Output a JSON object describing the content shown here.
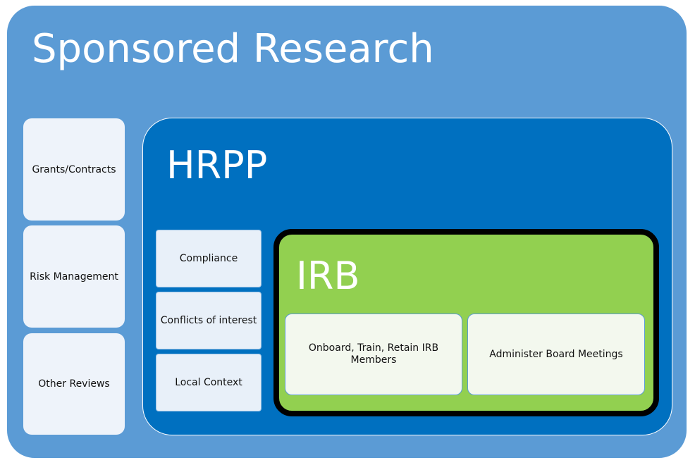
{
  "sponsored_research": {
    "title": "Sponsored Research",
    "side_items": [
      {
        "label": "Grants/Contracts"
      },
      {
        "label": "Risk Management"
      },
      {
        "label": "Other Reviews"
      }
    ]
  },
  "hrpp": {
    "title": "HRPP",
    "items": [
      {
        "label": "Compliance"
      },
      {
        "label": "Conflicts of interest"
      },
      {
        "label": "Local Context"
      }
    ]
  },
  "irb": {
    "title": "IRB",
    "items": [
      {
        "label": "Onboard, Train, Retain IRB Members"
      },
      {
        "label": "Administer Board Meetings"
      }
    ]
  },
  "colors": {
    "outer": "#5b9bd5",
    "hrpp": "#0070c0",
    "irb": "#92d050",
    "irb_border": "#000000"
  }
}
